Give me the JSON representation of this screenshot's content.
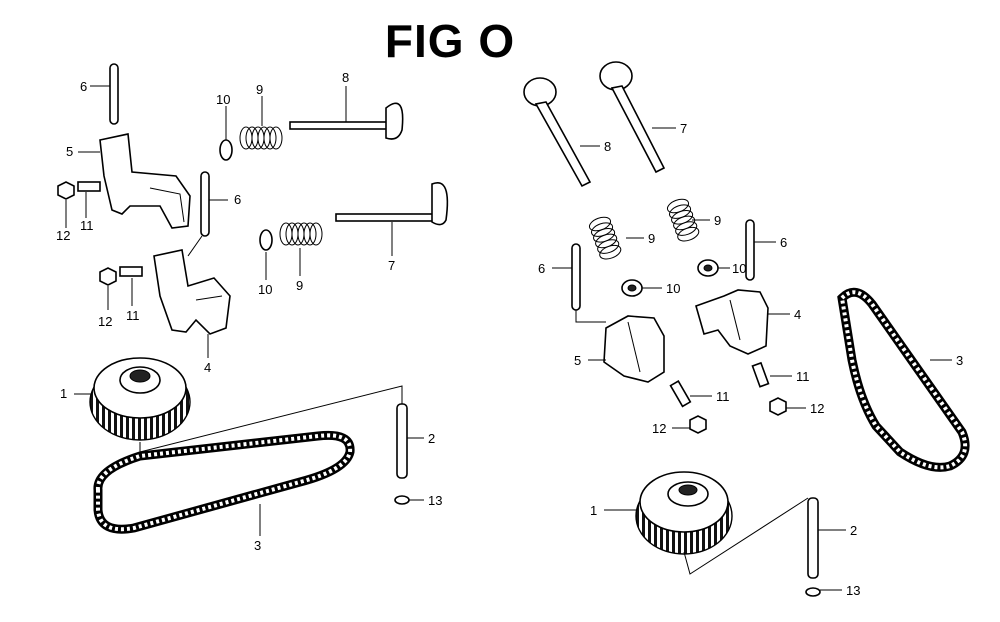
{
  "title": "FIG O",
  "callouts": {
    "left": [
      {
        "num": "6"
      },
      {
        "num": "5"
      },
      {
        "num": "12"
      },
      {
        "num": "11"
      },
      {
        "num": "10"
      },
      {
        "num": "9"
      },
      {
        "num": "8"
      },
      {
        "num": "6"
      },
      {
        "num": "10"
      },
      {
        "num": "9"
      },
      {
        "num": "7"
      },
      {
        "num": "12"
      },
      {
        "num": "11"
      },
      {
        "num": "4"
      },
      {
        "num": "1"
      },
      {
        "num": "2"
      },
      {
        "num": "13"
      },
      {
        "num": "3"
      }
    ],
    "right": [
      {
        "num": "8"
      },
      {
        "num": "7"
      },
      {
        "num": "9"
      },
      {
        "num": "9"
      },
      {
        "num": "6"
      },
      {
        "num": "10"
      },
      {
        "num": "6"
      },
      {
        "num": "10"
      },
      {
        "num": "4"
      },
      {
        "num": "5"
      },
      {
        "num": "3"
      },
      {
        "num": "11"
      },
      {
        "num": "12"
      },
      {
        "num": "11"
      },
      {
        "num": "12"
      },
      {
        "num": "1"
      },
      {
        "num": "2"
      },
      {
        "num": "13"
      }
    ]
  }
}
